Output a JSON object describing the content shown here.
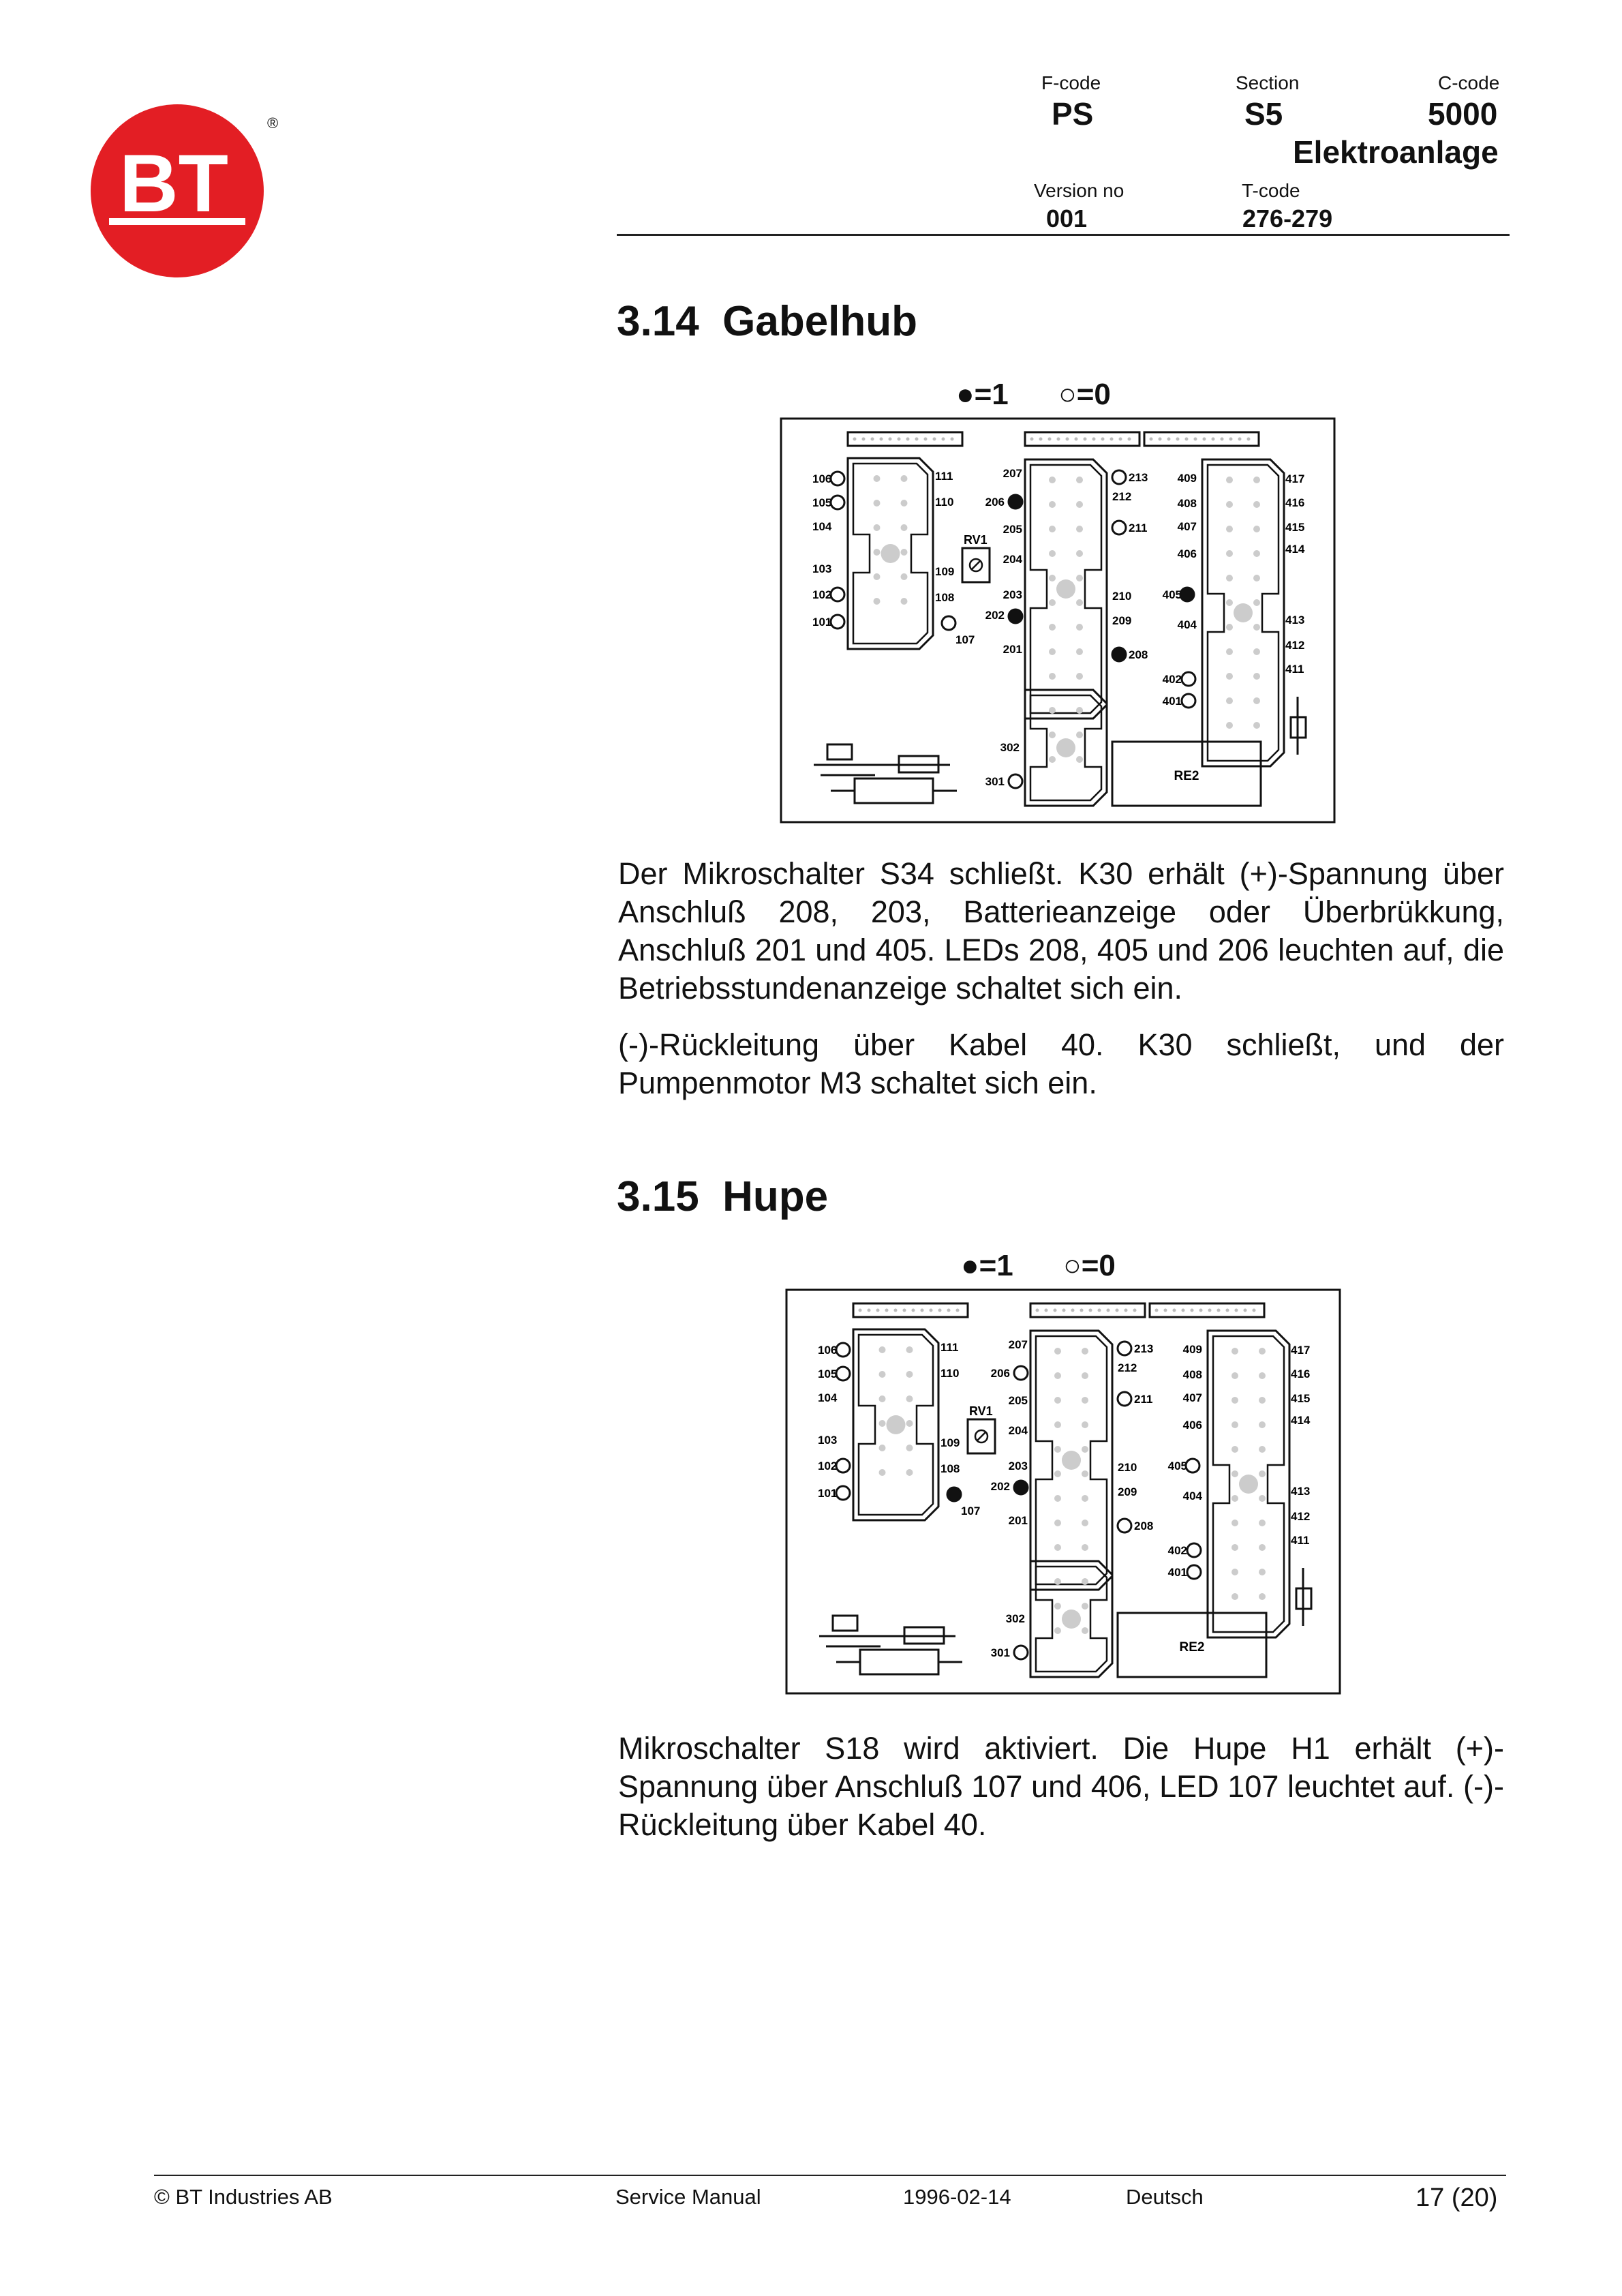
{
  "logo": {
    "text": "BT",
    "registered": "®",
    "color": "#e31e24"
  },
  "header": {
    "fcode_label": "F-code",
    "fcode_value": "PS",
    "section_label": "Section",
    "section_value": "S5",
    "ccode_label": "C-code",
    "ccode_value": "5000",
    "subtitle": "Elektroanlage",
    "version_label": "Version no",
    "version_value": "001",
    "tcode_label": "T-code",
    "tcode_value": "276-279"
  },
  "sections": [
    {
      "number": "3.14",
      "title": "Gabelhub",
      "legend_on": "=1",
      "legend_off": "=0",
      "paragraphs": [
        "Der Mikroschalter S34 schließt. K30 erhält (+)-Spannung über Anschluß 208, 203, Batterieanzeige oder Überbrükkung, Anschluß 201 und 405. LEDs 208, 405 und 206 leuchten auf, die Betriebsstundenanzeige schaltet sich ein.",
        "(-)-Rückleitung über Kabel 40. K30 schließt, und der Pumpenmotor M3 schaltet sich ein."
      ],
      "lit": [
        "206",
        "202",
        "405",
        "208"
      ]
    },
    {
      "number": "3.15",
      "title": "Hupe",
      "legend_on": "=1",
      "legend_off": "=0",
      "paragraphs": [
        "Mikroschalter S18 wird aktiviert. Die Hupe H1 erhält (+)-Spannung über Anschluß 107 und 406, LED 107 leuchtet auf. (-)-Rückleitung über Kabel 40."
      ],
      "lit": [
        "107",
        "202"
      ]
    }
  ],
  "board_labels": {
    "re2": "RE2",
    "rv1": "RV1",
    "left": [
      "106",
      "105",
      "104",
      "103",
      "102",
      "101"
    ],
    "mid_left": [
      "111",
      "110",
      "109",
      "108",
      "107"
    ],
    "mid": [
      "207",
      "206",
      "205",
      "204",
      "203",
      "202",
      "201"
    ],
    "mid_right": [
      "213",
      "212",
      "211",
      "210",
      "209",
      "208"
    ],
    "right_inner": [
      "409",
      "408",
      "407",
      "406",
      "405",
      "404",
      "402",
      "401"
    ],
    "right": [
      "417",
      "416",
      "415",
      "414",
      "413",
      "412",
      "411"
    ],
    "bottom": [
      "302",
      "301"
    ]
  },
  "footer": {
    "copyright": "© BT Industries AB",
    "doc": "Service Manual",
    "date": "1996-02-14",
    "language": "Deutsch",
    "page": "17 (20)"
  }
}
